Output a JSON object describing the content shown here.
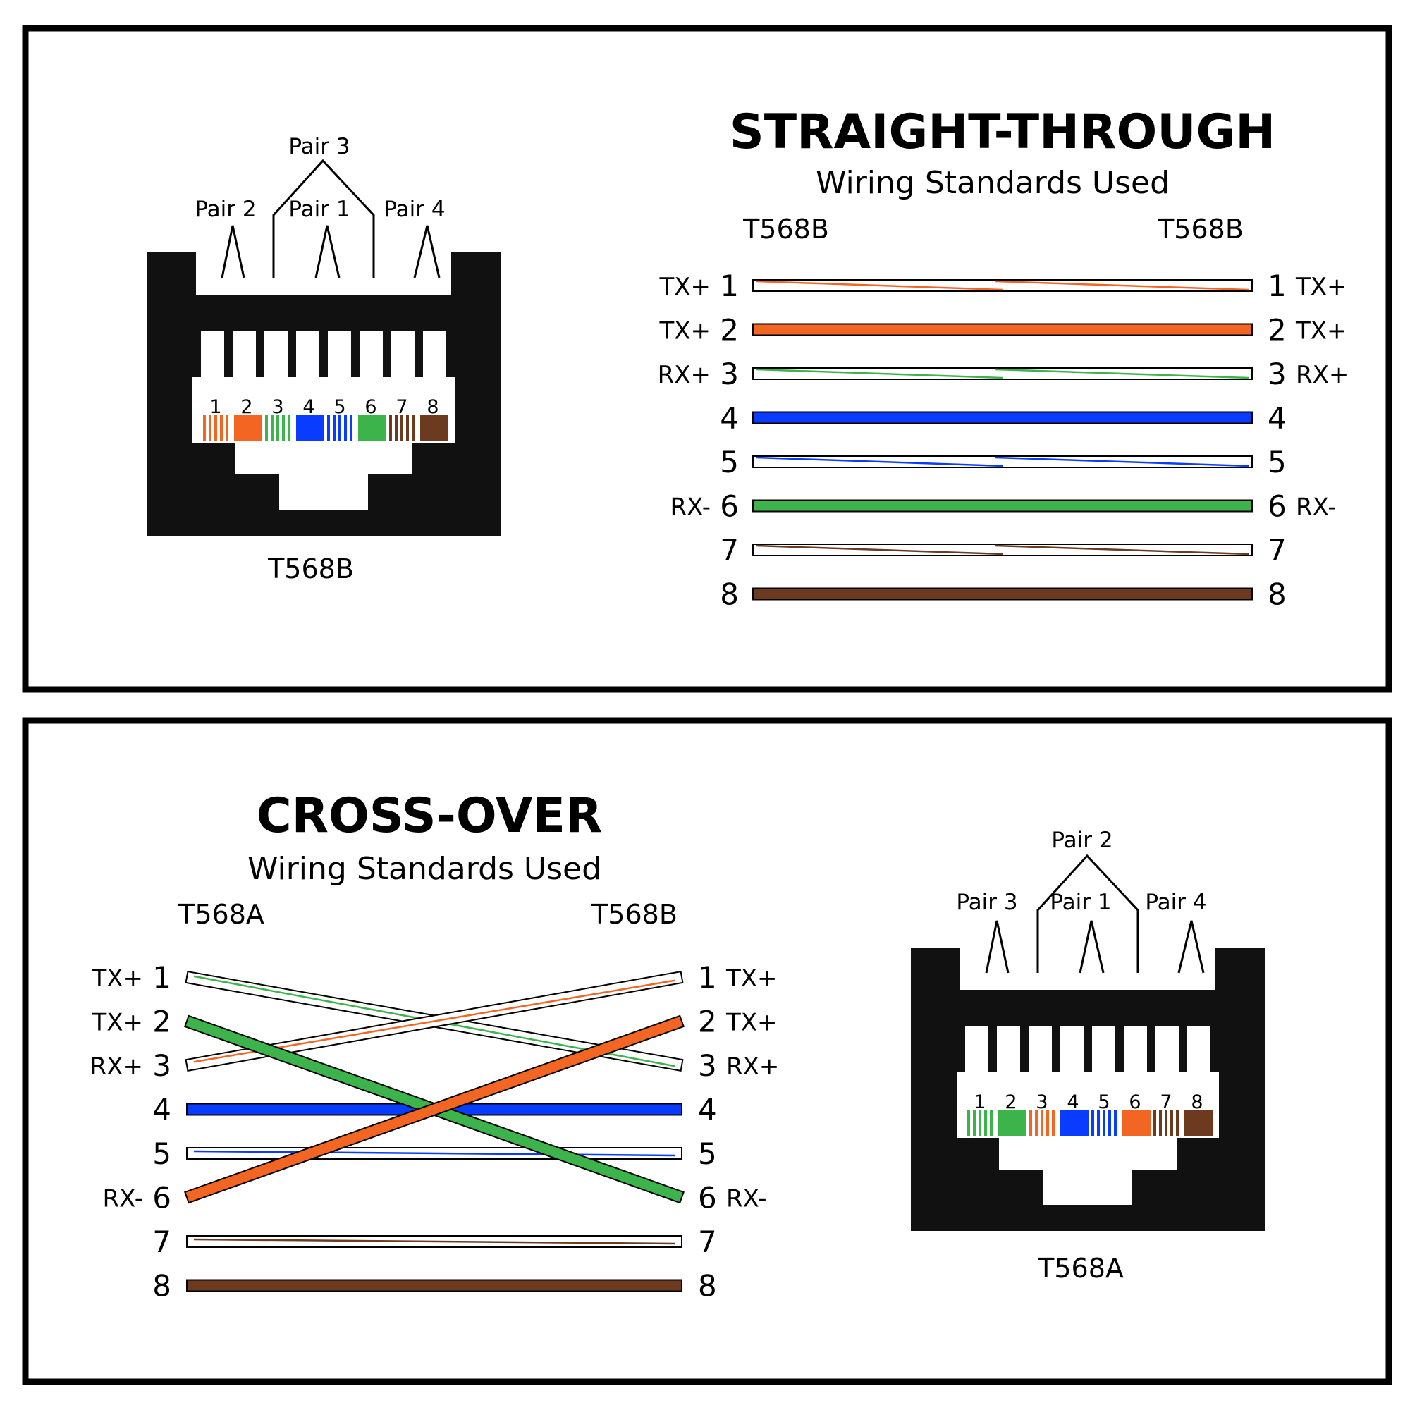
{
  "colors": {
    "orange": "#f26522",
    "green": "#3cb44b",
    "blue": "#0a3cff",
    "brown": "#6b3a1f",
    "white": "#ffffff",
    "black": "#111111"
  },
  "straight": {
    "title": "STRAIGHT-THROUGH",
    "subtitle": "Wiring Standards Used",
    "left_std": "T568B",
    "right_std": "T568B",
    "jack_label": "T568B",
    "pair_labels": {
      "p3": "Pair 3",
      "p2": "Pair 2",
      "p1": "Pair 1",
      "p4": "Pair 4"
    },
    "pins": [
      "1",
      "2",
      "3",
      "4",
      "5",
      "6",
      "7",
      "8"
    ],
    "jack_colors": [
      "orange",
      "orange",
      "green",
      "blue",
      "blue",
      "green",
      "brown",
      "brown"
    ],
    "jack_striped": [
      true,
      false,
      true,
      false,
      true,
      false,
      true,
      false
    ],
    "rows": [
      {
        "num": "1",
        "sig_l": "TX+",
        "sig_r": "TX+",
        "color": "orange",
        "striped": true
      },
      {
        "num": "2",
        "sig_l": "TX+",
        "sig_r": "TX+",
        "color": "orange",
        "striped": false
      },
      {
        "num": "3",
        "sig_l": "RX+",
        "sig_r": "RX+",
        "color": "green",
        "striped": true
      },
      {
        "num": "4",
        "sig_l": "",
        "sig_r": "",
        "color": "blue",
        "striped": false
      },
      {
        "num": "5",
        "sig_l": "",
        "sig_r": "",
        "color": "blue",
        "striped": true
      },
      {
        "num": "6",
        "sig_l": "RX-",
        "sig_r": "RX-",
        "color": "green",
        "striped": false
      },
      {
        "num": "7",
        "sig_l": "",
        "sig_r": "",
        "color": "brown",
        "striped": true
      },
      {
        "num": "8",
        "sig_l": "",
        "sig_r": "",
        "color": "brown",
        "striped": false
      }
    ]
  },
  "cross": {
    "title": "CROSS-OVER",
    "subtitle": "Wiring Standards Used",
    "left_std": "T568A",
    "right_std": "T568B",
    "jack_label": "T568A",
    "pair_labels": {
      "p2": "Pair 2",
      "p3": "Pair 3",
      "p1": "Pair 1",
      "p4": "Pair 4"
    },
    "pins": [
      "1",
      "2",
      "3",
      "4",
      "5",
      "6",
      "7",
      "8"
    ],
    "jack_colors": [
      "green",
      "green",
      "orange",
      "blue",
      "blue",
      "orange",
      "brown",
      "brown"
    ],
    "jack_striped": [
      true,
      false,
      true,
      false,
      true,
      false,
      true,
      false
    ],
    "left_rows": [
      {
        "num": "1",
        "sig": "TX+"
      },
      {
        "num": "2",
        "sig": "TX+"
      },
      {
        "num": "3",
        "sig": "RX+"
      },
      {
        "num": "4",
        "sig": ""
      },
      {
        "num": "5",
        "sig": ""
      },
      {
        "num": "6",
        "sig": "RX-"
      },
      {
        "num": "7",
        "sig": ""
      },
      {
        "num": "8",
        "sig": ""
      }
    ],
    "right_rows": [
      {
        "num": "1",
        "sig": "TX+"
      },
      {
        "num": "2",
        "sig": "TX+"
      },
      {
        "num": "3",
        "sig": "RX+"
      },
      {
        "num": "4",
        "sig": ""
      },
      {
        "num": "5",
        "sig": ""
      },
      {
        "num": "6",
        "sig": "RX-"
      },
      {
        "num": "7",
        "sig": ""
      },
      {
        "num": "8",
        "sig": ""
      }
    ],
    "wires": [
      {
        "from": "1",
        "to": "3",
        "color": "green",
        "striped": true
      },
      {
        "from": "3",
        "to": "1",
        "color": "orange",
        "striped": true
      },
      {
        "from": "2",
        "to": "6",
        "color": "green",
        "striped": false
      },
      {
        "from": "6",
        "to": "2",
        "color": "orange",
        "striped": false
      },
      {
        "from": "4",
        "to": "4",
        "color": "blue",
        "striped": false
      },
      {
        "from": "5",
        "to": "5",
        "color": "blue",
        "striped": true
      },
      {
        "from": "7",
        "to": "7",
        "color": "brown",
        "striped": true
      },
      {
        "from": "8",
        "to": "8",
        "color": "brown",
        "striped": false
      }
    ]
  }
}
